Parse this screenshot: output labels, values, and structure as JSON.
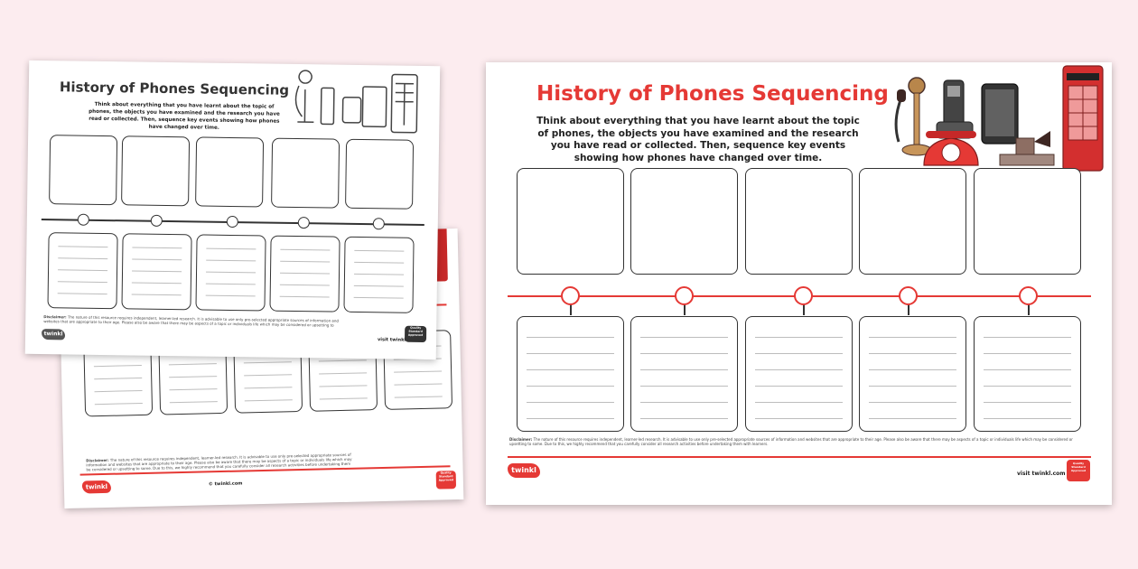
{
  "colors": {
    "background": "#fcecef",
    "accent": "#e53935",
    "title_front": "#333333",
    "ink": "#222222"
  },
  "worksheet": {
    "title": "History of Phones Sequencing",
    "instructions": "Think about everything that you have learnt about the topic of phones, the objects you have examined and the research you have read or collected. Then, sequence key events showing how phones have changed over time.",
    "disclaimer_label": "Disclaimer:",
    "disclaimer_text": "The nature of this resource requires independent, learner-led research. It is advisable to use only pre-selected appropriate sources of information and websites that are appropriate to their age. Please also be aware that there may be aspects of a topic or individuals life which may be considered or upsetting to some. Due to this, we highly recommend that you carefully consider all research activities before undertaking them with learners.",
    "brand": "twinkl",
    "url": "visit twinkl.com",
    "front_url": "visit twinkl.com",
    "back_url": "© twinkl.com",
    "badge_text": "Quality Standard Approved",
    "timeline_events": 5,
    "image_icons": [
      "candlestick-phone-icon",
      "cordless-phone-icon",
      "mobile-phone-icon",
      "rotary-phone-icon",
      "telegraph-icon",
      "phone-box-icon"
    ]
  }
}
